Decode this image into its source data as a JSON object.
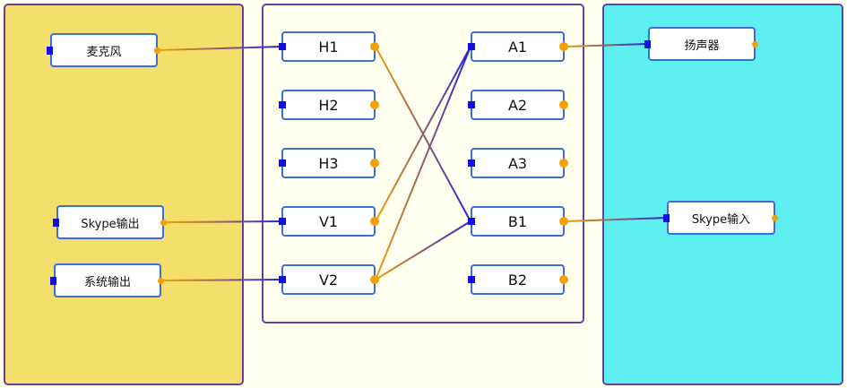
{
  "colors": {
    "left_panel": "#f5df6c",
    "middle_panel": "#fffff0",
    "right_panel": "#5ef0f0",
    "panel_border": "#6b3fa0",
    "node_border": "#3a6fd8",
    "input_port": "#1010e0",
    "output_port": "#f5a000"
  },
  "inputs": [
    {
      "id": "mic",
      "label": "麦克风"
    },
    {
      "id": "skype_out",
      "label": "Skype输出"
    },
    {
      "id": "sys_out",
      "label": "系统输出"
    }
  ],
  "hardware_buses": [
    {
      "id": "H1",
      "label": "H1"
    },
    {
      "id": "H2",
      "label": "H2"
    },
    {
      "id": "H3",
      "label": "H3"
    }
  ],
  "virtual_buses": [
    {
      "id": "V1",
      "label": "V1"
    },
    {
      "id": "V2",
      "label": "V2"
    }
  ],
  "output_a_buses": [
    {
      "id": "A1",
      "label": "A1"
    },
    {
      "id": "A2",
      "label": "A2"
    },
    {
      "id": "A3",
      "label": "A3"
    }
  ],
  "output_b_buses": [
    {
      "id": "B1",
      "label": "B1"
    },
    {
      "id": "B2",
      "label": "B2"
    }
  ],
  "outputs": [
    {
      "id": "speaker",
      "label": "扬声器"
    },
    {
      "id": "skype_in",
      "label": "Skype输入"
    }
  ],
  "connections": [
    {
      "from": "mic",
      "to": "H1"
    },
    {
      "from": "skype_out",
      "to": "V1"
    },
    {
      "from": "sys_out",
      "to": "V2"
    },
    {
      "from": "H1",
      "to": "B1"
    },
    {
      "from": "V1",
      "to": "A1"
    },
    {
      "from": "V2",
      "to": "A1"
    },
    {
      "from": "V2",
      "to": "B1"
    },
    {
      "from": "A1",
      "to": "speaker"
    },
    {
      "from": "B1",
      "to": "skype_in"
    }
  ]
}
